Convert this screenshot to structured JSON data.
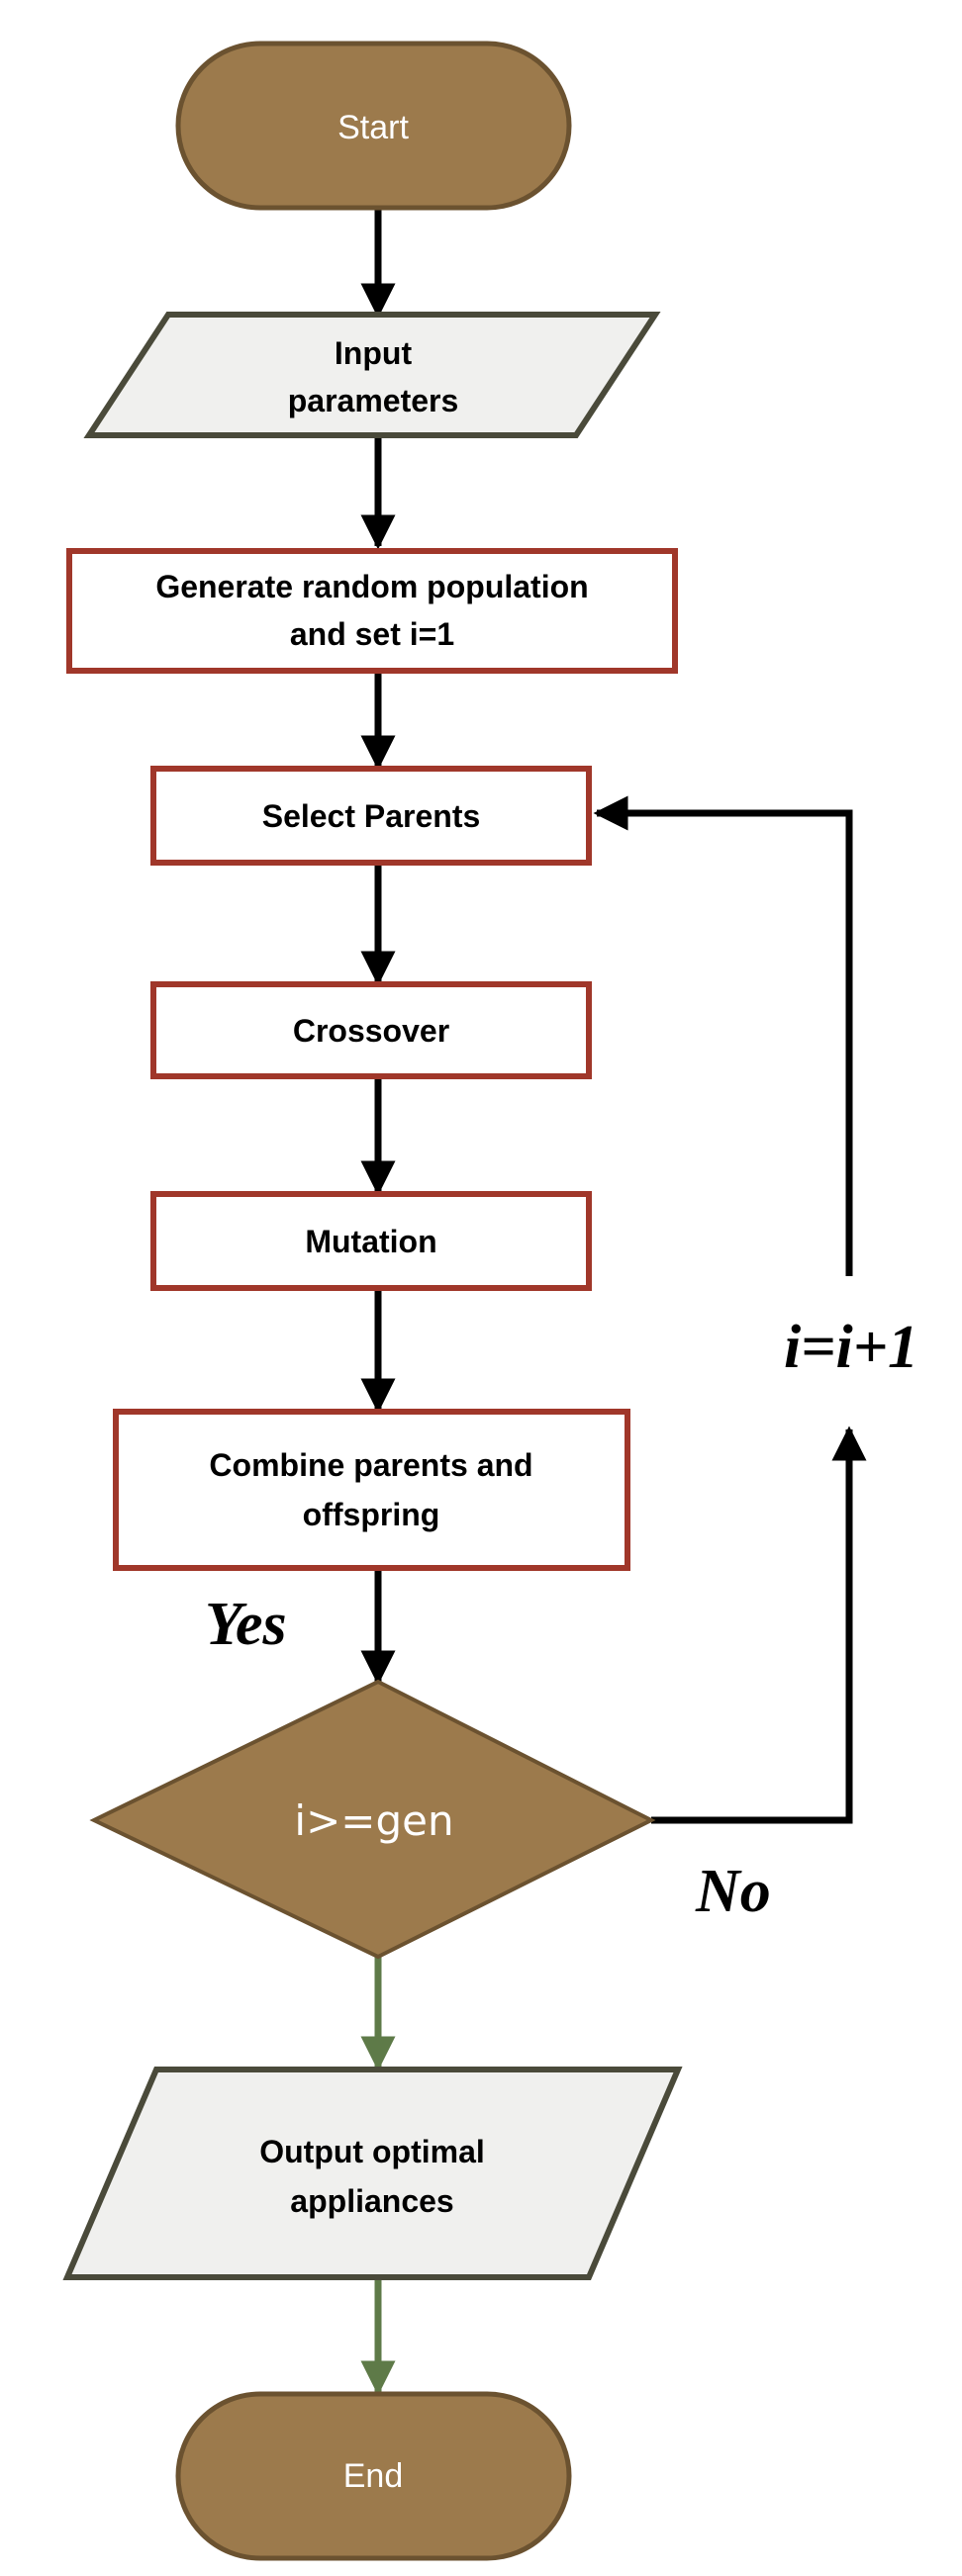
{
  "diagram": {
    "start_label": "Start",
    "input": {
      "line1": "Input",
      "line2": "parameters"
    },
    "generate": {
      "line1": "Generate random population",
      "line2": "and set i=1"
    },
    "select_label": "Select Parents",
    "crossover_label": "Crossover",
    "mutation_label": "Mutation",
    "combine": {
      "line1": "Combine parents and",
      "line2": "offspring"
    },
    "decision_label": "i>=gen",
    "yes_label": "Yes",
    "no_label": "No",
    "increment_label": "i=i+1",
    "output": {
      "line1": "Output optimal",
      "line2": "appliances"
    },
    "end_label": "End"
  },
  "colors": {
    "terminal_fill": "#9c7a4c",
    "terminal_stroke": "#6b5230",
    "process_stroke": "#a0372a",
    "io_fill": "#f0f0ee",
    "io_stroke": "#4a4a3a",
    "arrow_black": "#000000",
    "arrow_green": "#5e7a48"
  }
}
